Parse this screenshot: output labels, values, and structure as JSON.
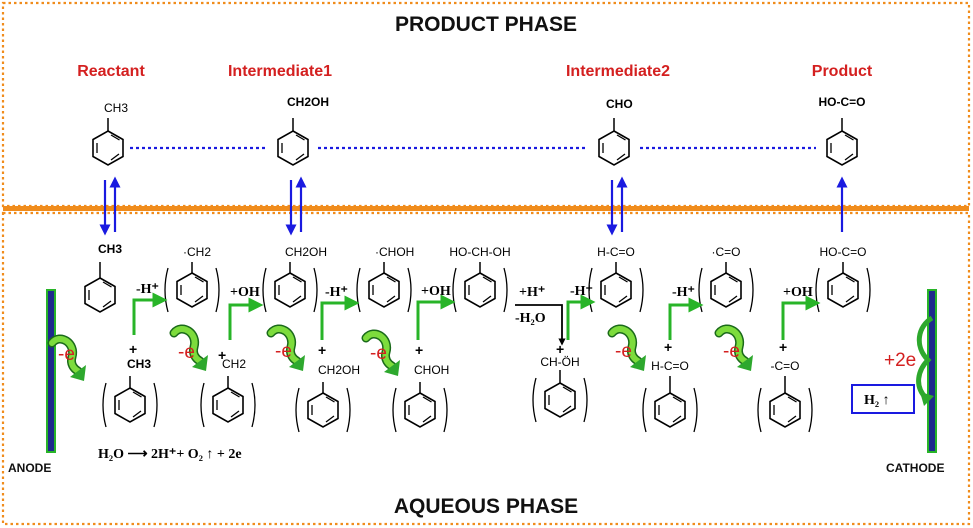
{
  "titles": {
    "top": "PRODUCT PHASE",
    "bottom": "AQUEOUS PHASE"
  },
  "stages": {
    "reactant": "Reactant",
    "intermediate1": "Intermediate1",
    "intermediate2": "Intermediate2",
    "product": "Product"
  },
  "product_phase_groups": {
    "reactant": "CH3",
    "intermediate1": "CH2OH",
    "intermediate2": "CHO",
    "product": "HO-C=O"
  },
  "aqueous_upper": {
    "m1": "CH3",
    "m2": "·CH2",
    "m3": "CH2OH",
    "m4": "·CHOH",
    "m5": "HO-CH-OH",
    "m6": "H-C=O",
    "m7": "·C=O",
    "m8": "HO-C=O"
  },
  "aqueous_lower": {
    "l1": "CH3",
    "l2": "CH2",
    "l3": "CH2OH",
    "l4": "CHOH",
    "l5": "CH-ÖH",
    "l6": "H-C=O",
    "l7": "-C=O"
  },
  "arrow_labels": {
    "h_plus": "-H⁺",
    "oh": "+OH",
    "add_h": "+H⁺",
    "minus_water": "-H₂O"
  },
  "plus_sign": "+",
  "electron_loss": "-e",
  "electron_gain": "+2e",
  "electrodes": {
    "anode": "ANODE",
    "cathode": "CATHODE"
  },
  "anode_equation": "H₂O ⟶ 2H⁺+ O₂ ↑ + 2e",
  "cathode_product": "H₂ ↑",
  "colors": {
    "red": "#d42020",
    "orange": "#f08c1c",
    "blue": "#1a1ae0",
    "green": "#28b428",
    "electrode": "#1e2a8c"
  }
}
